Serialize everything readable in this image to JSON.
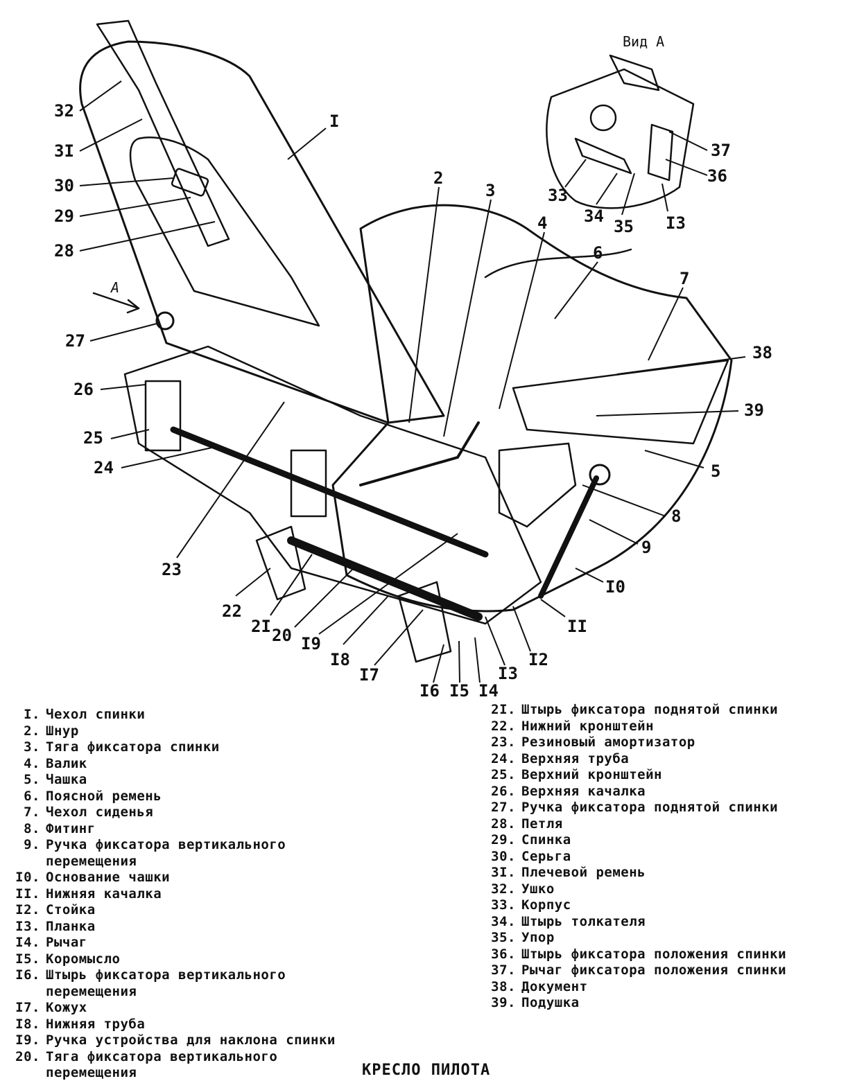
{
  "view_label": "Вид А",
  "arrow_label": "А",
  "callouts": [
    "I",
    "2",
    "3",
    "4",
    "5",
    "6",
    "7",
    "8",
    "9",
    "I0",
    "II",
    "I2",
    "I3",
    "I4",
    "I5",
    "I6",
    "I7",
    "I8",
    "I9",
    "20",
    "2I",
    "22",
    "23",
    "24",
    "25",
    "26",
    "27",
    "28",
    "29",
    "30",
    "3I",
    "32",
    "33",
    "34",
    "35",
    "36",
    "37",
    "38",
    "39",
    "I3"
  ],
  "legend_left": [
    {
      "num": "I.",
      "text": "Чехол спинки"
    },
    {
      "num": "2.",
      "text": "Шнур"
    },
    {
      "num": "3.",
      "text": "Тяга фиксатора спинки"
    },
    {
      "num": "4.",
      "text": "Валик"
    },
    {
      "num": "5.",
      "text": "Чашка"
    },
    {
      "num": "6.",
      "text": "Поясной ремень"
    },
    {
      "num": "7.",
      "text": "Чехол сиденья"
    },
    {
      "num": "8.",
      "text": "Фитинг"
    },
    {
      "num": "9.",
      "text": "Ручка фиксатора вертикального",
      "cont": "перемещения"
    },
    {
      "num": "I0.",
      "text": "Основание чашки"
    },
    {
      "num": "II.",
      "text": "Нижняя качалка"
    },
    {
      "num": "I2.",
      "text": "Стойка"
    },
    {
      "num": "I3.",
      "text": "Планка"
    },
    {
      "num": "I4.",
      "text": "Рычаг"
    },
    {
      "num": "I5.",
      "text": "Коромысло"
    },
    {
      "num": "I6.",
      "text": "Штырь фиксатора вертикального",
      "cont": "перемещения"
    },
    {
      "num": "I7.",
      "text": "Кожух"
    },
    {
      "num": "I8.",
      "text": "Нижняя труба"
    },
    {
      "num": "I9.",
      "text": "Ручка устройства для наклона спинки"
    },
    {
      "num": "20.",
      "text": "Тяга фиксатора вертикального",
      "cont": "перемещения"
    }
  ],
  "legend_right": [
    {
      "num": "2I.",
      "text": "Штырь фиксатора поднятой спинки"
    },
    {
      "num": "22.",
      "text": "Нижний кронштейн"
    },
    {
      "num": "23.",
      "text": "Резиновый амортизатор"
    },
    {
      "num": "24.",
      "text": "Верхняя труба"
    },
    {
      "num": "25.",
      "text": "Верхний кронштейн"
    },
    {
      "num": "26.",
      "text": "Верхняя качалка"
    },
    {
      "num": "27.",
      "text": "Ручка фиксатора поднятой спинки"
    },
    {
      "num": "28.",
      "text": "Петля"
    },
    {
      "num": "29.",
      "text": "Спинка"
    },
    {
      "num": "30.",
      "text": "Серьга"
    },
    {
      "num": "3I.",
      "text": "Плечевой ремень"
    },
    {
      "num": "32.",
      "text": "Ушко"
    },
    {
      "num": "33.",
      "text": "Корпус"
    },
    {
      "num": "34.",
      "text": "Штырь толкателя"
    },
    {
      "num": "35.",
      "text": "Упор"
    },
    {
      "num": "36.",
      "text": "Штырь фиксатора положения спинки"
    },
    {
      "num": "37.",
      "text": "Рычаг фиксатора положения спинки"
    },
    {
      "num": "38.",
      "text": "Документ"
    },
    {
      "num": "39.",
      "text": "Подушка"
    }
  ],
  "caption": "КРЕСЛО ПИЛОТА"
}
